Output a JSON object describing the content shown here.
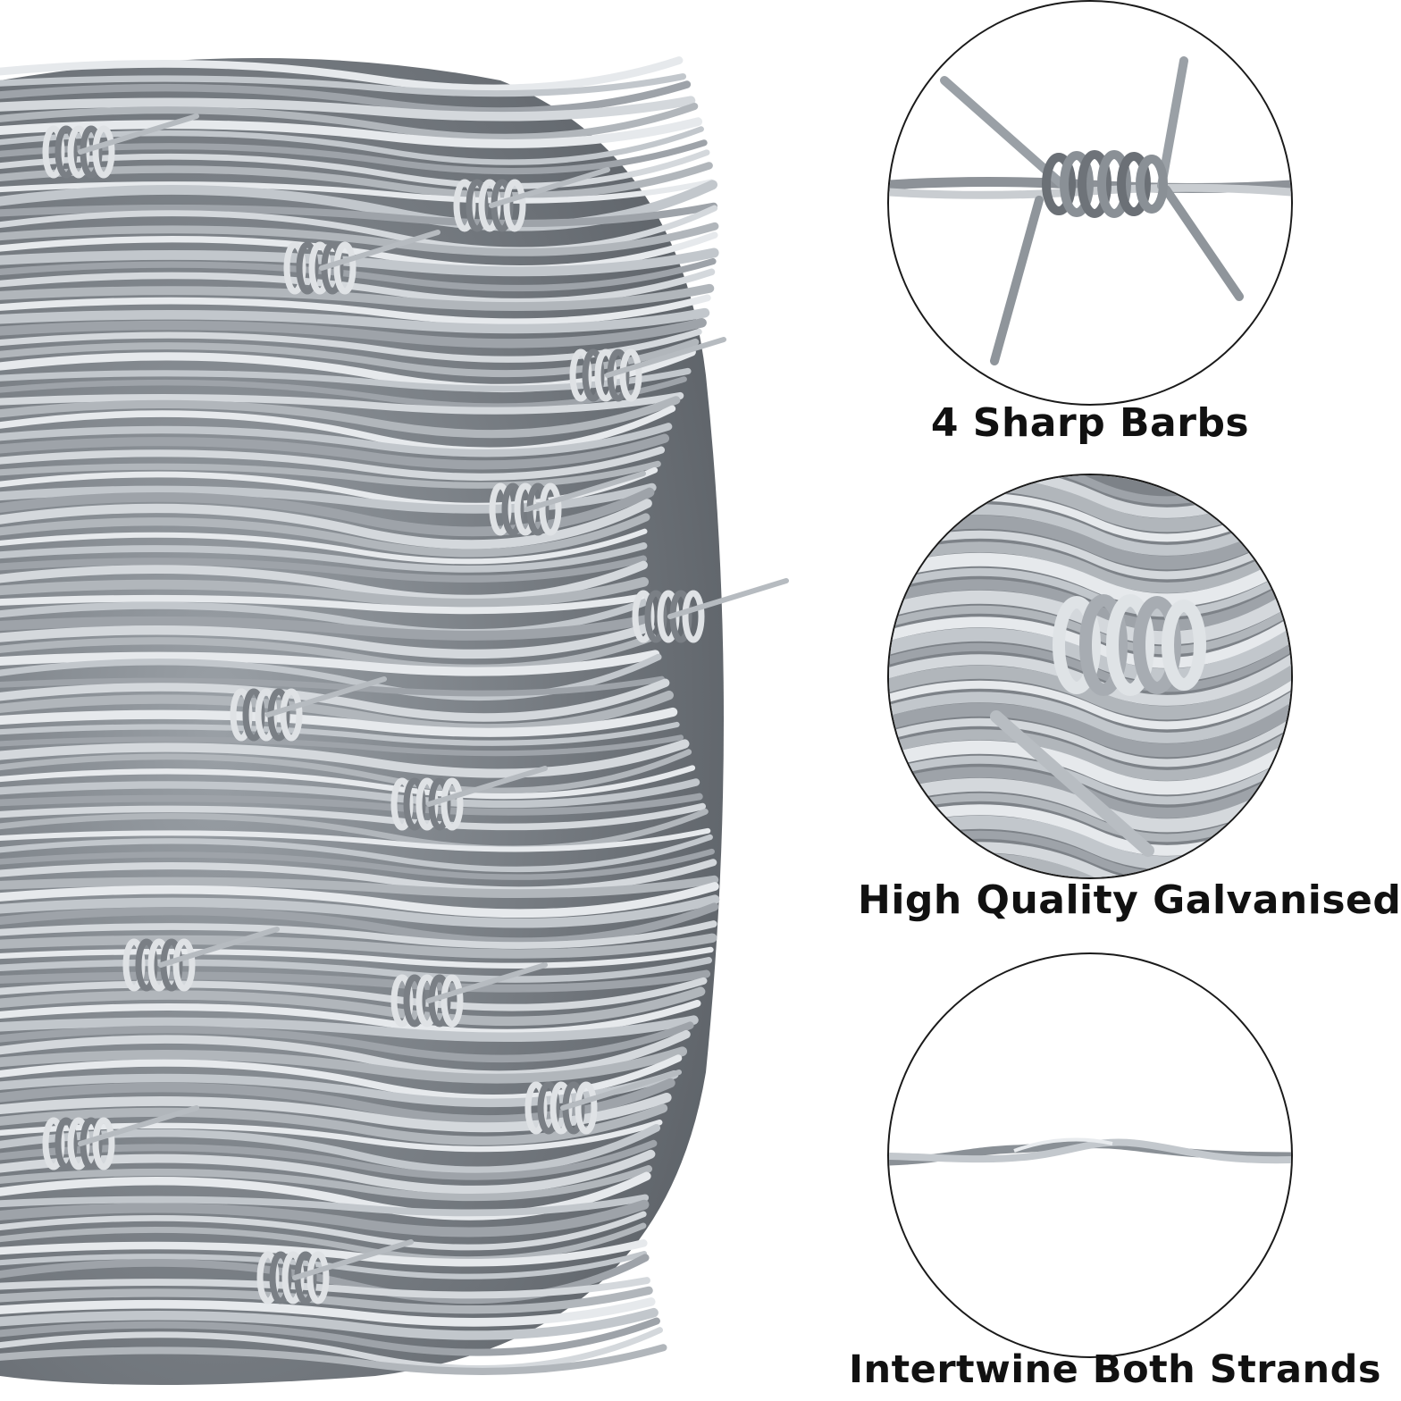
{
  "features": [
    {
      "caption": "4 Sharp Barbs",
      "icon": "barb-closeup-icon"
    },
    {
      "caption": "High Quality Galvanised",
      "icon": "coil-closeup-icon"
    },
    {
      "caption": "Intertwine Both Strands",
      "icon": "twisted-strands-icon"
    }
  ],
  "colors": {
    "background": "#ffffff",
    "wire": "#a8adb3",
    "wire_highlight": "#e9ecef",
    "wire_shadow": "#5d6268",
    "caption": "#111111",
    "circle_border": "#1a1a1a"
  }
}
